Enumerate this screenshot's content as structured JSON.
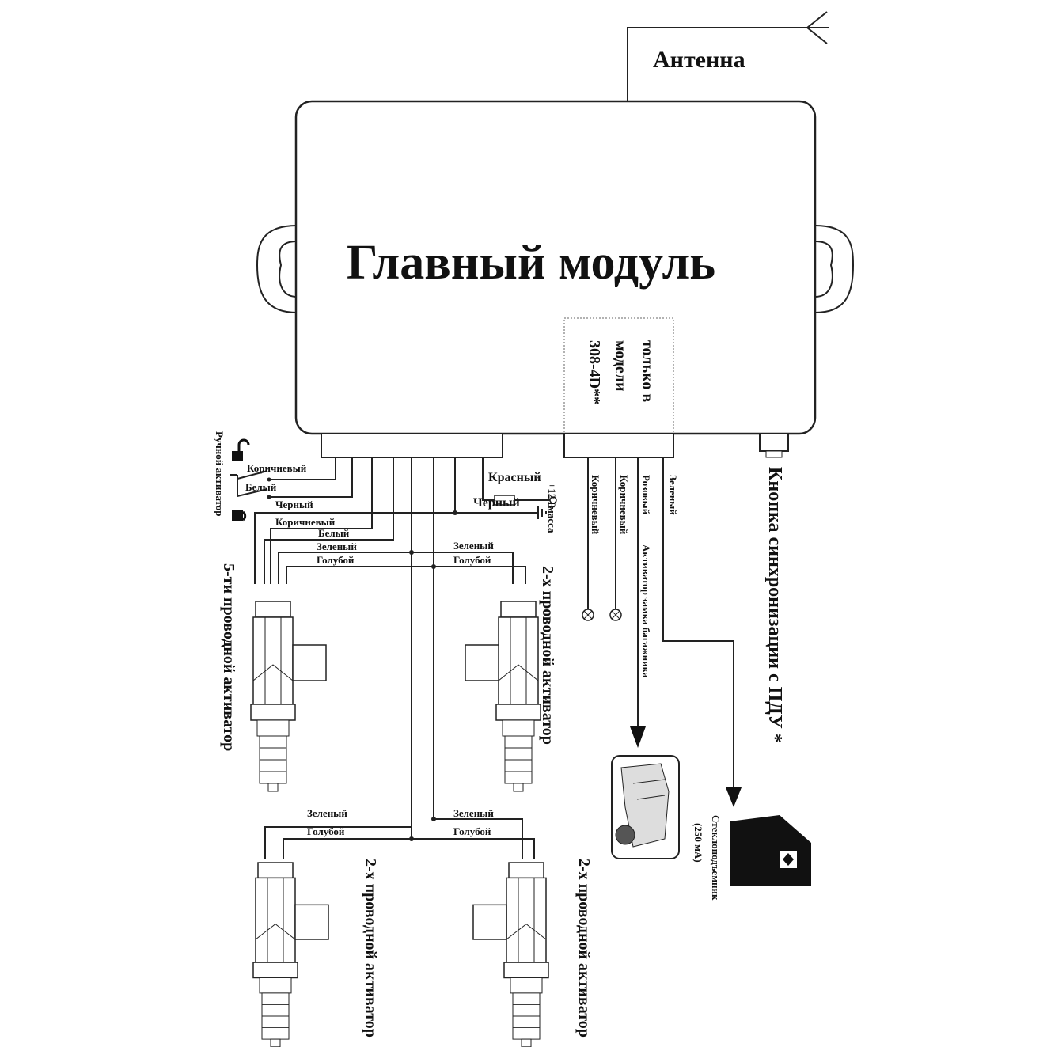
{
  "antenna_label": "Антенна",
  "main_module_label": "Главный модуль",
  "model_note": {
    "line1": "только в",
    "line2": "модели",
    "line3": "308-4D**"
  },
  "manual_activator_label": "Ручной активатор",
  "left_wires": {
    "brown1": "Коричневый",
    "white1": "Белый",
    "black1": "Черный",
    "brown2": "Коричневый",
    "white2": "Белый",
    "green": "Зеленый",
    "blue": "Голубой"
  },
  "power": {
    "red": "Красный",
    "black": "Черный",
    "plus12": "+12 В",
    "ground": "масса"
  },
  "pairs": [
    {
      "green": "Зеленый",
      "blue": "Голубой"
    },
    {
      "green": "Зеленый",
      "blue": "Голубой"
    },
    {
      "green": "Зеленый",
      "blue": "Голубой"
    }
  ],
  "right_wires": {
    "brown1": "Коричневый",
    "brown2": "Коричневый",
    "pink": "Розовый",
    "green": "Зеленый"
  },
  "trunk_label": "Активатор замка багажника",
  "sync_button_label": "Кнопка синхронизации с ПДУ *",
  "window_lifter": {
    "label": "Стеклоподъемник",
    "current": "(250 мА)"
  },
  "actuators": {
    "five_wire": "5-ти проводной активатор",
    "two_wire_top": "2-х проводной активатор",
    "two_wire_bottom_left": "2-х проводной активатор",
    "two_wire_bottom_right": "2-х проводной активатор"
  }
}
